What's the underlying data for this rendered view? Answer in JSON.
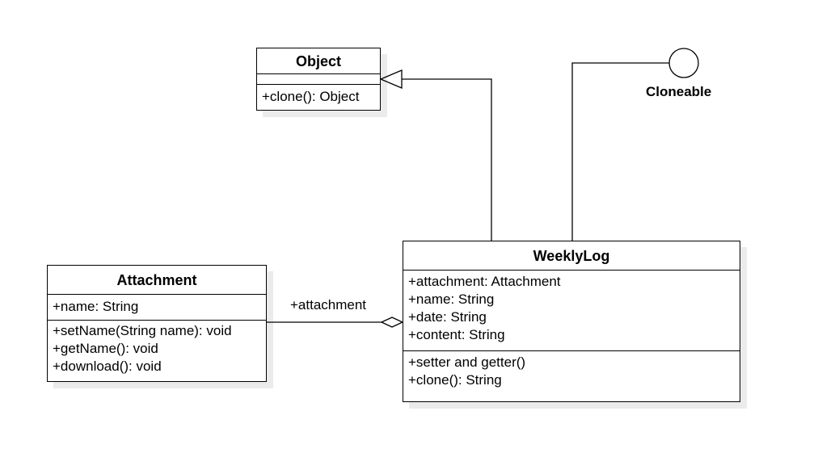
{
  "diagram": {
    "classes": {
      "object": {
        "name": "Object",
        "attributes": [],
        "methods": [
          "+clone(): Object"
        ]
      },
      "attachment": {
        "name": "Attachment",
        "attributes": [
          "+name: String"
        ],
        "methods": [
          "+setName(String name): void",
          "+getName(): void",
          "+download(): void"
        ]
      },
      "weeklylog": {
        "name": "WeeklyLog",
        "attributes": [
          "+attachment: Attachment",
          "+name: String",
          "+date: String",
          "+content: String"
        ],
        "methods": [
          "+setter and getter()",
          "+clone(): String"
        ]
      }
    },
    "interface": {
      "name": "Cloneable"
    },
    "relations": {
      "aggregation_label": "+attachment"
    },
    "colors": {
      "stroke": "#000000",
      "fill": "#ffffff"
    }
  }
}
